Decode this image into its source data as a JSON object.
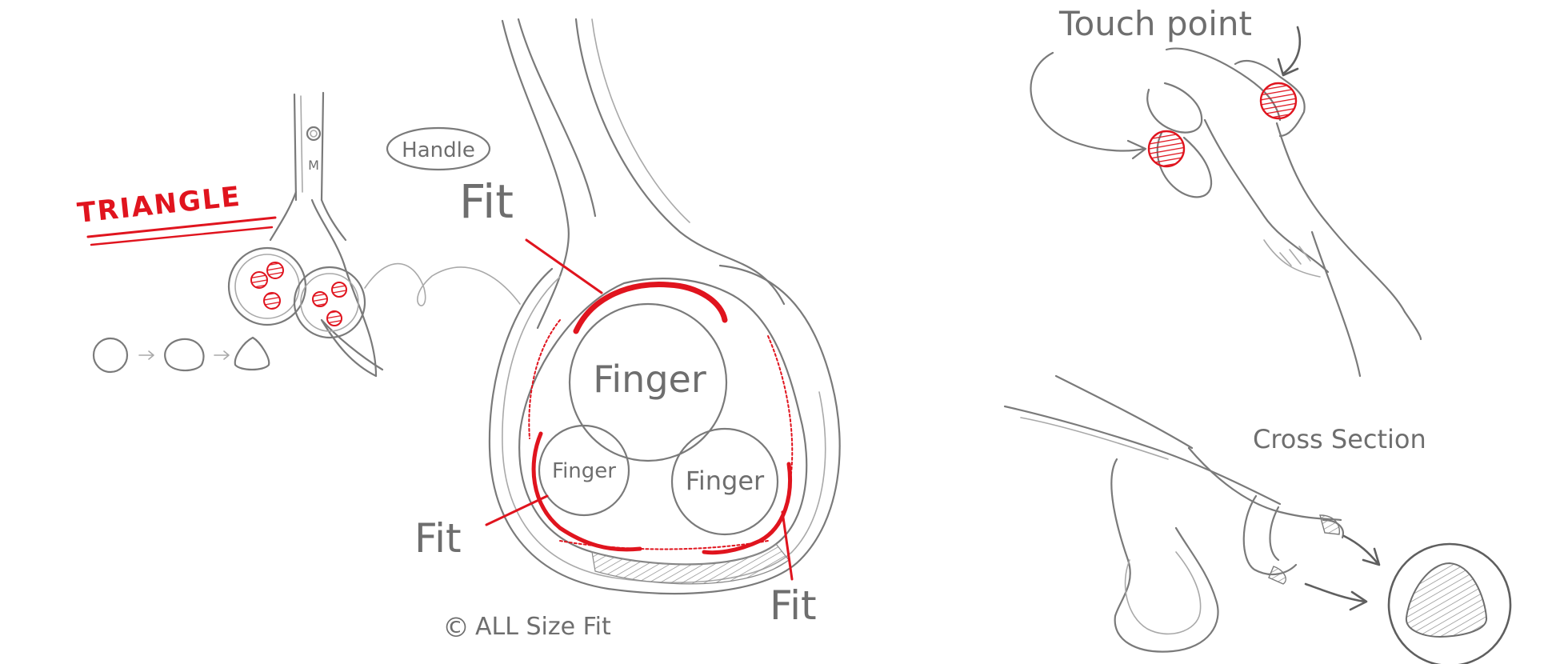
{
  "labels": {
    "handle": "Handle",
    "handle_mark": "M",
    "triangle": "TRIANGLE",
    "finger_top": "Finger",
    "finger_left": "Finger",
    "finger_right": "Finger",
    "fit_top": "Fit",
    "fit_left": "Fit",
    "fit_bottom": "Fit",
    "all_size_fit": "ALL Size Fit",
    "all_size_symbol": "©",
    "touch_point": "Touch point",
    "cross_section": "Cross Section"
  },
  "colors": {
    "pencil": "#7a7a7a",
    "accent_red": "#e0141e",
    "background": "#ffffff"
  }
}
